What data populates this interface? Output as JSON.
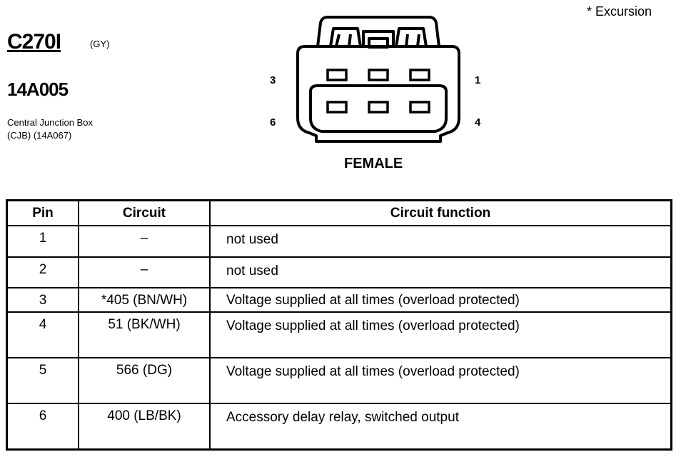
{
  "header": {
    "excursion_note": "* Excursion",
    "connector_id": "C270I",
    "connector_color": "(GY)",
    "part_number": "14A005",
    "description_line1": "Central Junction Box",
    "description_line2": "(CJB) (14A067)"
  },
  "connector": {
    "pin_label_top_left": "3",
    "pin_label_top_right": "1",
    "pin_label_bottom_left": "6",
    "pin_label_bottom_right": "4",
    "gender": "FEMALE"
  },
  "table": {
    "headers": [
      "Pin",
      "Circuit",
      "Circuit function"
    ],
    "rows": [
      {
        "pin": "1",
        "circuit": "–",
        "function": "not used"
      },
      {
        "pin": "2",
        "circuit": "–",
        "function": "not used"
      },
      {
        "pin": "3",
        "circuit": "*405 (BN/WH)",
        "function": "Voltage supplied at all times (overload protected)"
      },
      {
        "pin": "4",
        "circuit": "51 (BK/WH)",
        "function": "Voltage supplied at all times (overload protected)"
      },
      {
        "pin": "5",
        "circuit": "566 (DG)",
        "function": "Voltage supplied at all times (overload protected)"
      },
      {
        "pin": "6",
        "circuit": "400 (LB/BK)",
        "function": "Accessory delay relay, switched output"
      }
    ]
  }
}
